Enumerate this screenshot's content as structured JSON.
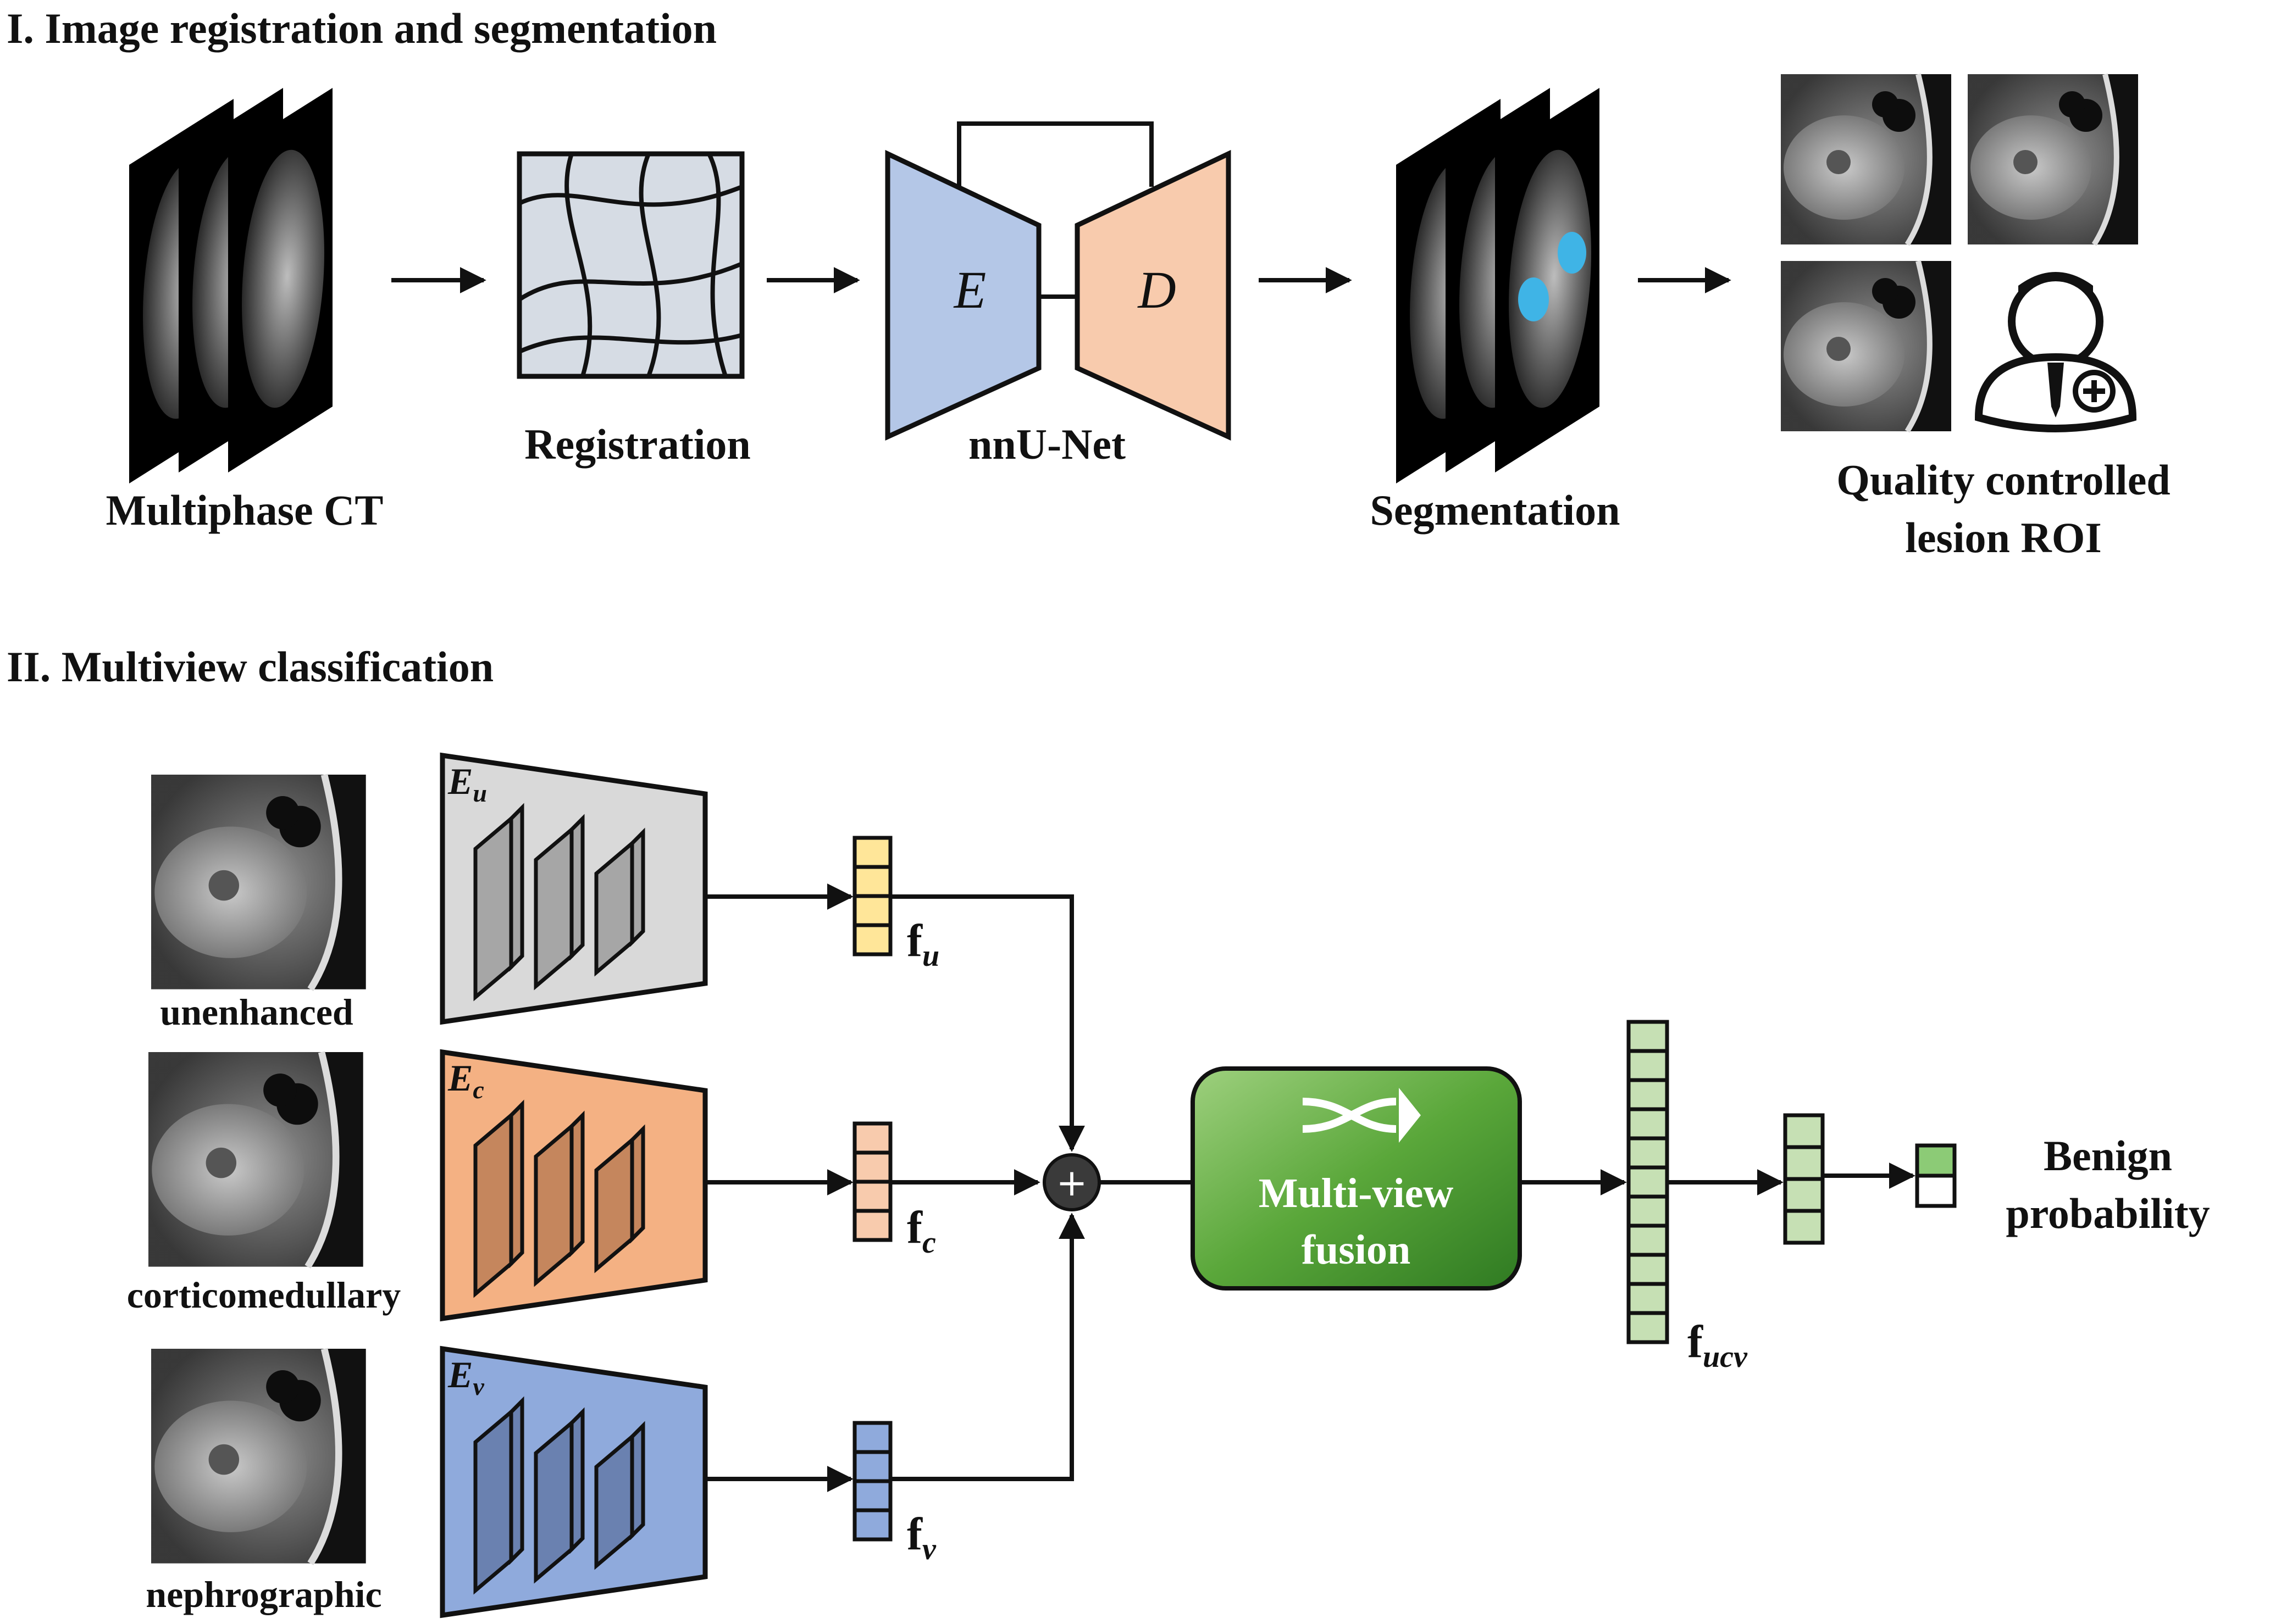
{
  "section1": {
    "heading": "I. Image registration and segmentation",
    "labels": {
      "multiphase_ct": "Multiphase CT",
      "registration": "Registration",
      "nnunet": "nnU-Net",
      "encoder": "E",
      "decoder": "D",
      "segmentation": "Segmentation",
      "quality_line1": "Quality controlled",
      "quality_line2": "lesion ROI"
    }
  },
  "section2": {
    "heading": "II.  Multiview classification",
    "phases": [
      "unenhanced",
      "corticomedullary",
      "nephrographic"
    ],
    "encoders": [
      {
        "name": "E",
        "sub": "u",
        "feature": "f",
        "feature_sub": "u"
      },
      {
        "name": "E",
        "sub": "c",
        "feature": "f",
        "feature_sub": "c"
      },
      {
        "name": "E",
        "sub": "v",
        "feature": "f",
        "feature_sub": "v"
      }
    ],
    "sum_symbol": "+",
    "fusion_line1": "Multi-view",
    "fusion_line2": "fusion",
    "fused_feature": "f",
    "fused_feature_sub": "ucv",
    "output_line1": "Benign",
    "output_line2": "probability"
  },
  "colors": {
    "unenhanced_encoder": "#d9d9d9",
    "unenhanced_block": "#a6a6a6",
    "corticomedullary_encoder": "#f4b183",
    "corticomedullary_block": "#c5865d",
    "nephrographic_encoder": "#8faadc",
    "nephrographic_block": "#6a81b0",
    "feat_u": "#ffe699",
    "feat_c": "#f8cbad",
    "feat_v": "#8faadc",
    "feat_fused": "#c6e0b4",
    "fusion_box": "#5aa73a",
    "unet_encoder": "#b4c7e7",
    "unet_decoder": "#f8cbad",
    "seg_highlight": "#3fb4e6"
  },
  "icons": [
    "shuffle-icon",
    "doctor-icon",
    "plus-icon"
  ]
}
